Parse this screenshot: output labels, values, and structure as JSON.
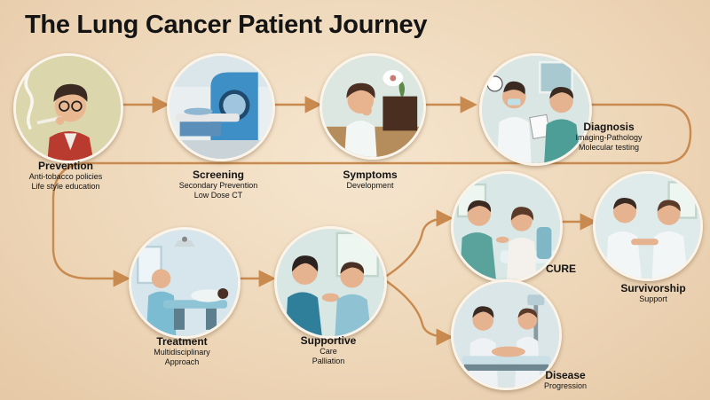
{
  "title": "The Lung Cancer Patient Journey",
  "colors": {
    "arrow": "#c98a4f",
    "background": "#f3dfc4",
    "circle_border": "#fbf4ea"
  },
  "stages": {
    "prevention": {
      "name": "Prevention",
      "details": [
        "Anti-tobacco policies",
        "Life style education"
      ]
    },
    "screening": {
      "name": "Screening",
      "details": [
        "Secondary Prevention",
        "Low Dose CT"
      ]
    },
    "symptoms": {
      "name": "Symptoms",
      "details": [
        "Development"
      ]
    },
    "diagnosis": {
      "name": "Diagnosis",
      "details": [
        "Imaging-Pathology",
        "Molecular testing"
      ]
    },
    "treatment": {
      "name": "Treatment",
      "details": [
        "Multidisciplinary",
        "Approach"
      ]
    },
    "supportive": {
      "name": "Supportive",
      "details": [
        "Care",
        "Palliation"
      ]
    },
    "cure": {
      "name": "CURE",
      "details": []
    },
    "survivorship": {
      "name": "Survivorship",
      "details": [
        "Support"
      ]
    },
    "progression": {
      "name": "Disease",
      "details": [
        "Progression"
      ]
    }
  }
}
